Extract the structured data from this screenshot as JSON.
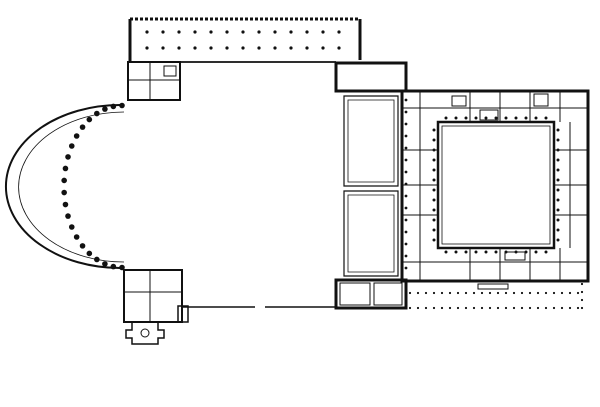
{
  "image": {
    "subject": "architectural-floor-plan",
    "ink_color": "#111111",
    "paper_color": "#ffffff"
  },
  "elements": {
    "top_colonnade": {
      "kind": "rectangular-portico",
      "column_rows": 2,
      "columns_per_row": 13
    },
    "semicircular_colonnade": {
      "kind": "curved-portico",
      "columns": 22
    },
    "central_courtyard": {
      "kind": "open-court"
    },
    "cloister_building": {
      "kind": "quadrangle-with-inner-court"
    },
    "southwest_church": {
      "kind": "cross-plan-chapel"
    },
    "south_arcade": {
      "kind": "dotted-colonnade"
    }
  }
}
